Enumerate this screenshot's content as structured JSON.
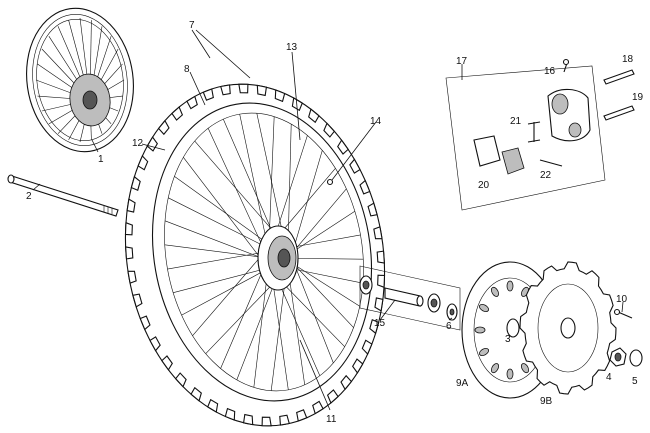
{
  "callouts": [
    {
      "id": "c1",
      "text": "1"
    },
    {
      "id": "c2",
      "text": "2"
    },
    {
      "id": "c3",
      "text": "3"
    },
    {
      "id": "c4",
      "text": "4"
    },
    {
      "id": "c5",
      "text": "5"
    },
    {
      "id": "c6",
      "text": "6"
    },
    {
      "id": "c7",
      "text": "7"
    },
    {
      "id": "c8",
      "text": "8"
    },
    {
      "id": "c9a",
      "text": "9A"
    },
    {
      "id": "c9b",
      "text": "9B"
    },
    {
      "id": "c10",
      "text": "10"
    },
    {
      "id": "c11",
      "text": "11"
    },
    {
      "id": "c12",
      "text": "12"
    },
    {
      "id": "c13",
      "text": "13"
    },
    {
      "id": "c14",
      "text": "14"
    },
    {
      "id": "c15",
      "text": "15"
    },
    {
      "id": "c16",
      "text": "16"
    },
    {
      "id": "c17",
      "text": "17"
    },
    {
      "id": "c18",
      "text": "18"
    },
    {
      "id": "c19",
      "text": "19"
    },
    {
      "id": "c20",
      "text": "20"
    },
    {
      "id": "c21",
      "text": "21"
    },
    {
      "id": "c22",
      "text": "22"
    }
  ]
}
